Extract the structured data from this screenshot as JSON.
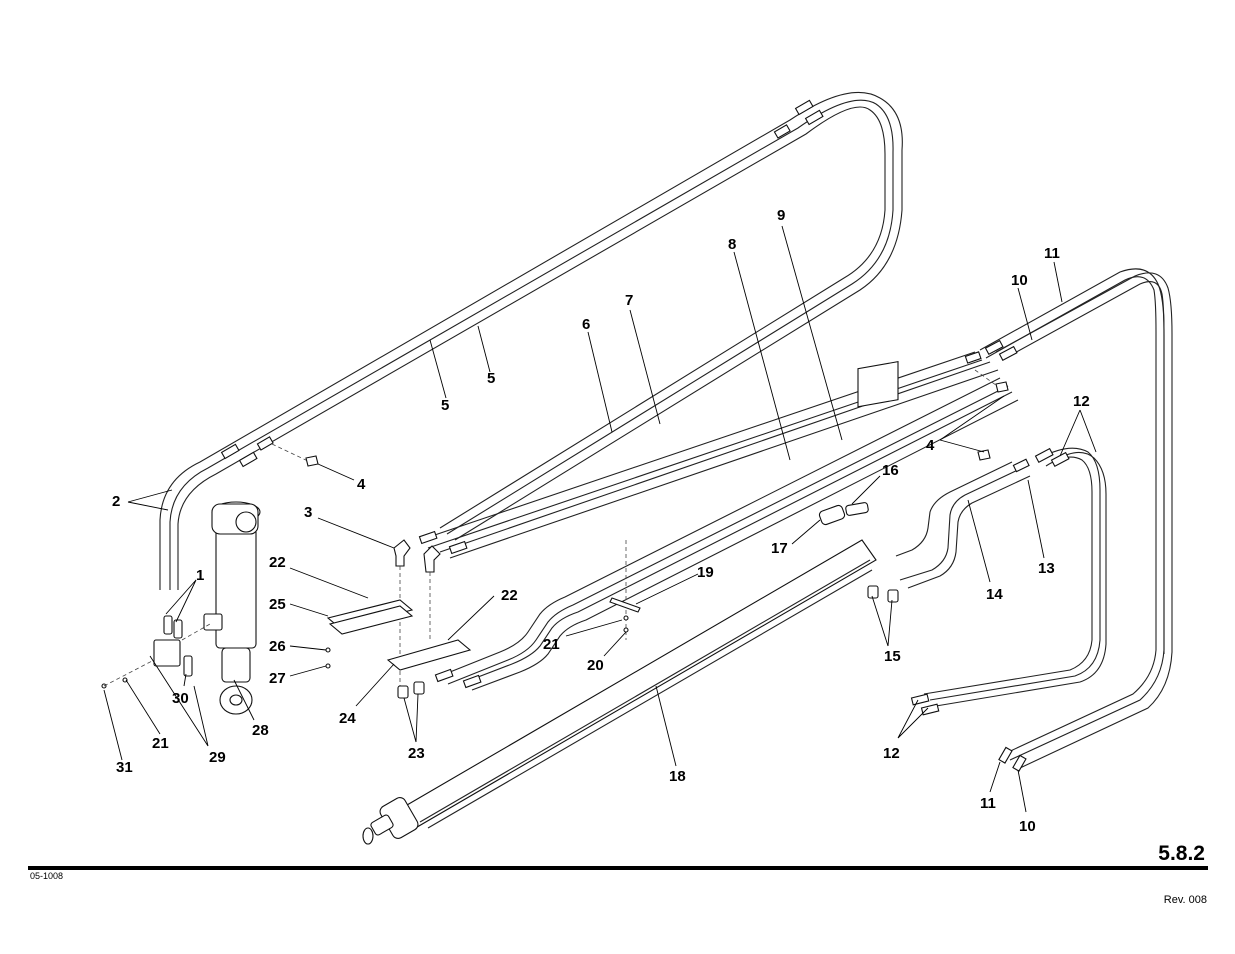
{
  "footer": {
    "section_number": "5.8.2",
    "drawing_number": "05-1008",
    "revision": "Rev. 008"
  },
  "callouts": {
    "c1": "1",
    "c2": "2",
    "c3": "3",
    "c4a": "4",
    "c4b": "4",
    "c5a": "5",
    "c5b": "5",
    "c6": "6",
    "c7": "7",
    "c8": "8",
    "c9": "9",
    "c10a": "10",
    "c10b": "10",
    "c11a": "11",
    "c11b": "11",
    "c12a": "12",
    "c12b": "12",
    "c13": "13",
    "c14": "14",
    "c15": "15",
    "c16": "16",
    "c17": "17",
    "c18": "18",
    "c19": "19",
    "c20": "20",
    "c21a": "21",
    "c21b": "21",
    "c22a": "22",
    "c22b": "22",
    "c23": "23",
    "c24": "24",
    "c25": "25",
    "c26": "26",
    "c27": "27",
    "c28": "28",
    "c29": "29",
    "c30": "30",
    "c31": "31"
  }
}
